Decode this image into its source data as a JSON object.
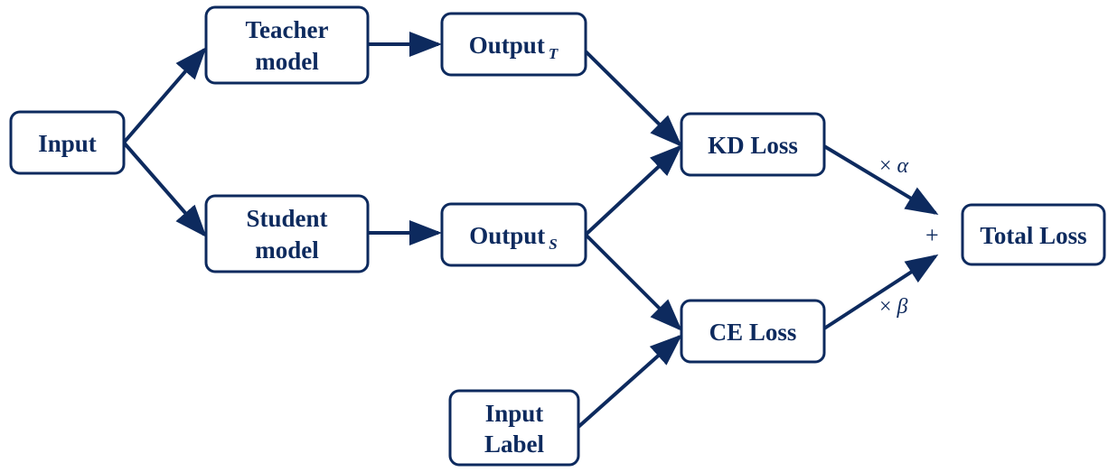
{
  "colors": {
    "stroke": "#0d2a5e",
    "background": "#ffffff"
  },
  "nodes": {
    "input": {
      "lines": [
        "Input"
      ]
    },
    "teacher": {
      "lines": [
        "Teacher",
        "model"
      ]
    },
    "student": {
      "lines": [
        "Student",
        "model"
      ]
    },
    "output_t": {
      "lines": [
        "Output"
      ],
      "subscript": "T"
    },
    "output_s": {
      "lines": [
        "Output"
      ],
      "subscript": "S"
    },
    "kd_loss": {
      "lines": [
        "KD Loss"
      ]
    },
    "ce_loss": {
      "lines": [
        "CE Loss"
      ]
    },
    "input_label": {
      "lines": [
        "Input",
        "Label"
      ]
    },
    "total_loss": {
      "lines": [
        "Total Loss"
      ]
    }
  },
  "edge_labels": {
    "alpha": {
      "op": "×",
      "symbol": "α"
    },
    "beta": {
      "op": "×",
      "symbol": "β"
    },
    "plus": "+"
  }
}
